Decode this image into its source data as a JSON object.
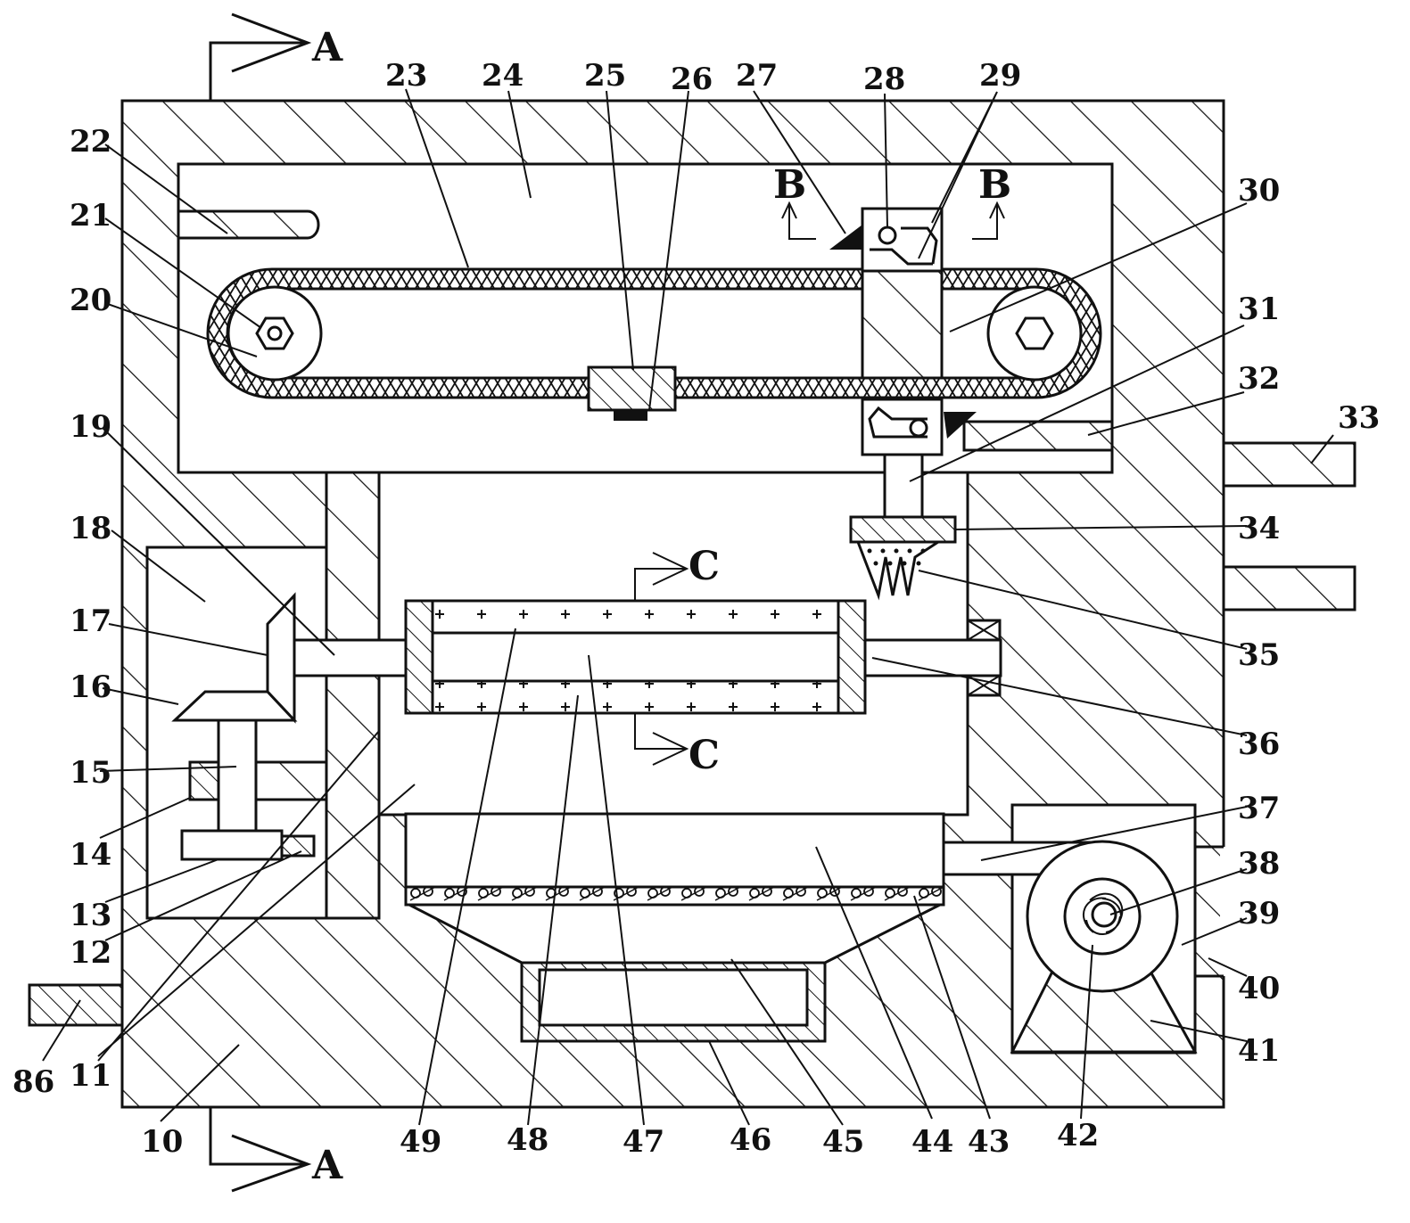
{
  "labels": {
    "l10": "10",
    "l11": "11",
    "l12": "12",
    "l13": "13",
    "l14": "14",
    "l15": "15",
    "l16": "16",
    "l17": "17",
    "l18": "18",
    "l19": "19",
    "l20": "20",
    "l21": "21",
    "l22": "22",
    "l23": "23",
    "l24": "24",
    "l25": "25",
    "l26": "26",
    "l27": "27",
    "l28": "28",
    "l29": "29",
    "l30": "30",
    "l31": "31",
    "l32": "32",
    "l33": "33",
    "l34": "34",
    "l35": "35",
    "l36": "36",
    "l37": "37",
    "l38": "38",
    "l39": "39",
    "l40": "40",
    "l41": "41",
    "l42": "42",
    "l43": "43",
    "l44": "44",
    "l45": "45",
    "l46": "46",
    "l47": "47",
    "l48": "48",
    "l49": "49",
    "l86": "86"
  },
  "sections": {
    "a": "A",
    "b": "B",
    "c": "C"
  },
  "colors": {
    "line": "#111111",
    "background": "#ffffff"
  }
}
